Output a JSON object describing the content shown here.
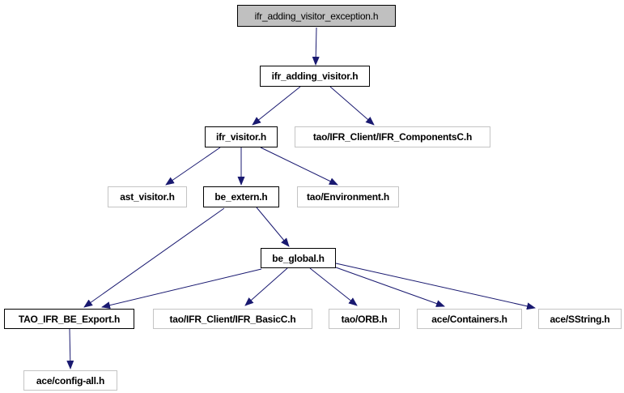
{
  "diagram": {
    "kind": "include-dependency-graph",
    "background": "#ffffff",
    "colors": {
      "edge": "#191970",
      "root_fill": "#c0c0c0",
      "internal_border": "#000000",
      "external_border": "#c4c4c4",
      "text": "#000000"
    },
    "nodes": [
      {
        "id": "ifr_adding_visitor_exception.h",
        "label": "ifr_adding_visitor_exception.h",
        "kind": "root"
      },
      {
        "id": "ifr_adding_visitor.h",
        "label": "ifr_adding_visitor.h",
        "kind": "internal"
      },
      {
        "id": "ifr_visitor.h",
        "label": "ifr_visitor.h",
        "kind": "internal"
      },
      {
        "id": "tao/IFR_Client/IFR_ComponentsC.h",
        "label": "tao/IFR_Client/IFR_ComponentsC.h",
        "kind": "external"
      },
      {
        "id": "ast_visitor.h",
        "label": "ast_visitor.h",
        "kind": "external"
      },
      {
        "id": "be_extern.h",
        "label": "be_extern.h",
        "kind": "internal"
      },
      {
        "id": "tao/Environment.h",
        "label": "tao/Environment.h",
        "kind": "external"
      },
      {
        "id": "be_global.h",
        "label": "be_global.h",
        "kind": "internal"
      },
      {
        "id": "TAO_IFR_BE_Export.h",
        "label": "TAO_IFR_BE_Export.h",
        "kind": "internal"
      },
      {
        "id": "tao/IFR_Client/IFR_BasicC.h",
        "label": "tao/IFR_Client/IFR_BasicC.h",
        "kind": "external"
      },
      {
        "id": "tao/ORB.h",
        "label": "tao/ORB.h",
        "kind": "external"
      },
      {
        "id": "ace/Containers.h",
        "label": "ace/Containers.h",
        "kind": "external"
      },
      {
        "id": "ace/SString.h",
        "label": "ace/SString.h",
        "kind": "external"
      },
      {
        "id": "ace/config-all.h",
        "label": "ace/config-all.h",
        "kind": "external"
      }
    ],
    "edges": [
      {
        "from": "ifr_adding_visitor_exception.h",
        "to": "ifr_adding_visitor.h"
      },
      {
        "from": "ifr_adding_visitor.h",
        "to": "ifr_visitor.h"
      },
      {
        "from": "ifr_adding_visitor.h",
        "to": "tao/IFR_Client/IFR_ComponentsC.h"
      },
      {
        "from": "ifr_visitor.h",
        "to": "ast_visitor.h"
      },
      {
        "from": "ifr_visitor.h",
        "to": "be_extern.h"
      },
      {
        "from": "ifr_visitor.h",
        "to": "tao/Environment.h"
      },
      {
        "from": "be_extern.h",
        "to": "be_global.h"
      },
      {
        "from": "be_extern.h",
        "to": "TAO_IFR_BE_Export.h"
      },
      {
        "from": "be_global.h",
        "to": "TAO_IFR_BE_Export.h"
      },
      {
        "from": "be_global.h",
        "to": "tao/IFR_Client/IFR_BasicC.h"
      },
      {
        "from": "be_global.h",
        "to": "tao/ORB.h"
      },
      {
        "from": "be_global.h",
        "to": "ace/Containers.h"
      },
      {
        "from": "be_global.h",
        "to": "ace/SString.h"
      },
      {
        "from": "TAO_IFR_BE_Export.h",
        "to": "ace/config-all.h"
      }
    ]
  }
}
